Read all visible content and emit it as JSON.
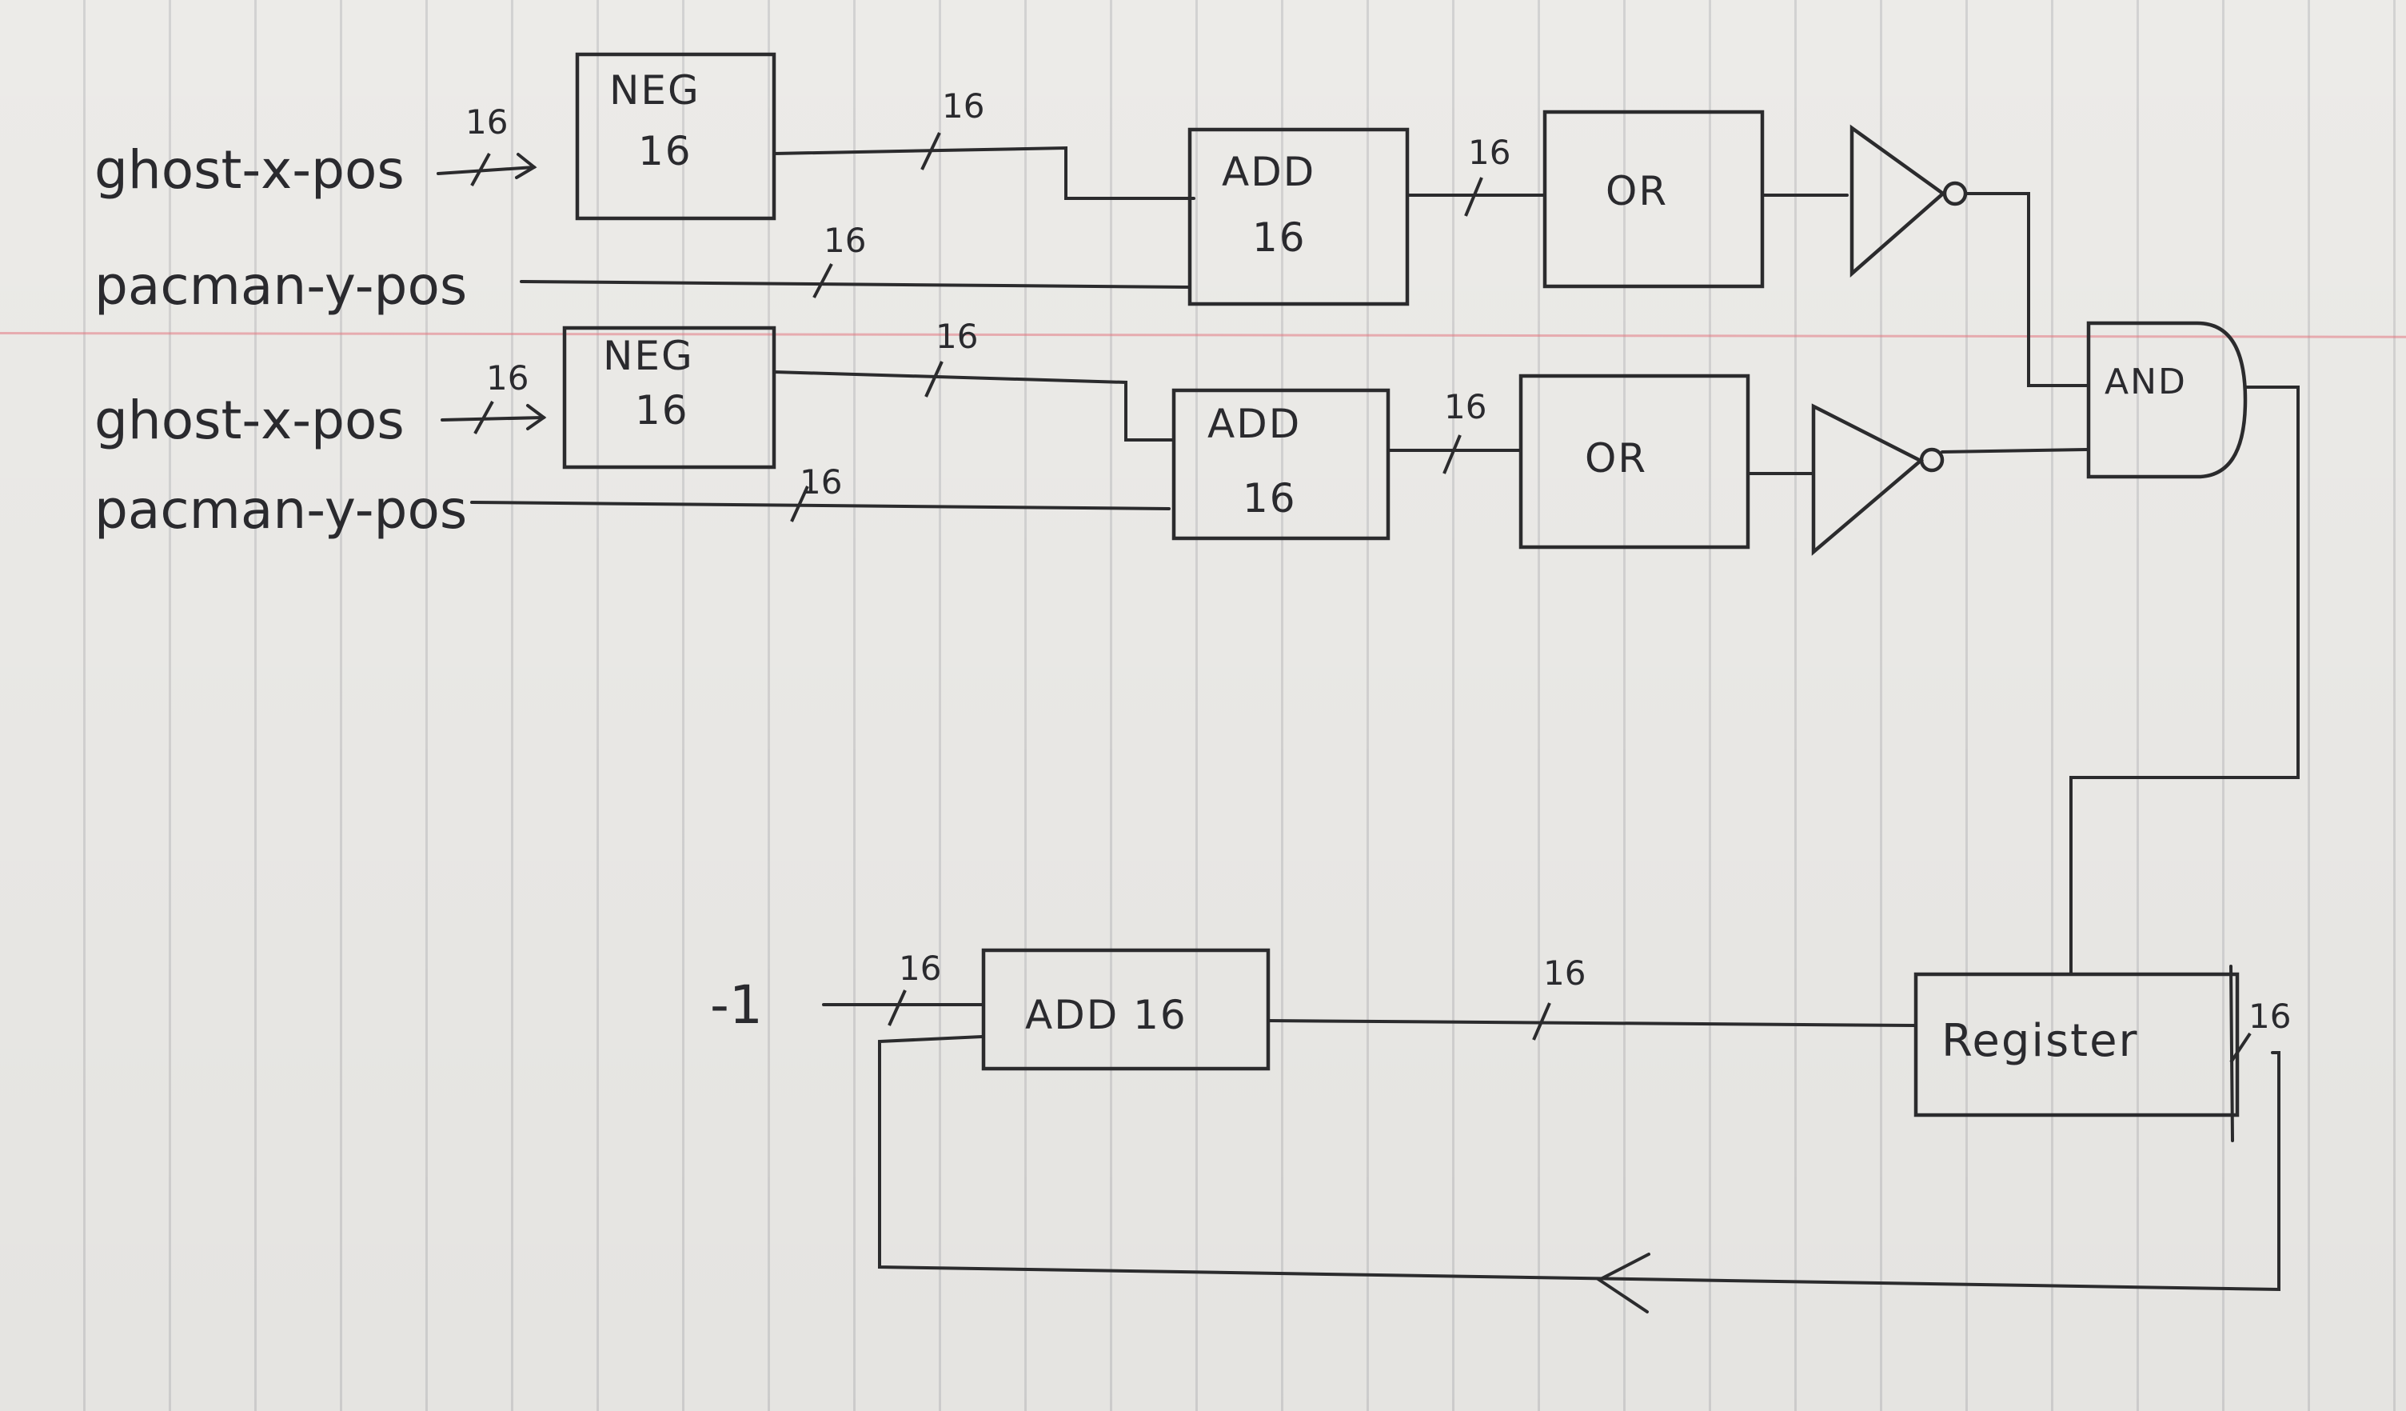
{
  "signals": {
    "in1_x": "ghost-x-pos",
    "in1_y": "pacman-y-pos",
    "in2_x": "ghost-x-pos",
    "in2_y": "pacman-y-pos",
    "const_minus_one": "-1"
  },
  "blocks": {
    "neg_top_name": "NEG",
    "neg_top_width": "16",
    "neg_bottom_name": "NEG",
    "neg_bottom_width": "16",
    "add_top_name": "ADD",
    "add_top_width": "16",
    "add_bottom_name": "ADD",
    "add_bottom_width": "16",
    "or_top": "OR",
    "or_bottom": "OR",
    "and_gate": "AND",
    "add_counter": "ADD 16",
    "register": "Register"
  },
  "bus_width": "16",
  "colors": {
    "ink": "#2b2b2d",
    "paper": "#ecebe8",
    "margin_line": "#e1788a"
  }
}
